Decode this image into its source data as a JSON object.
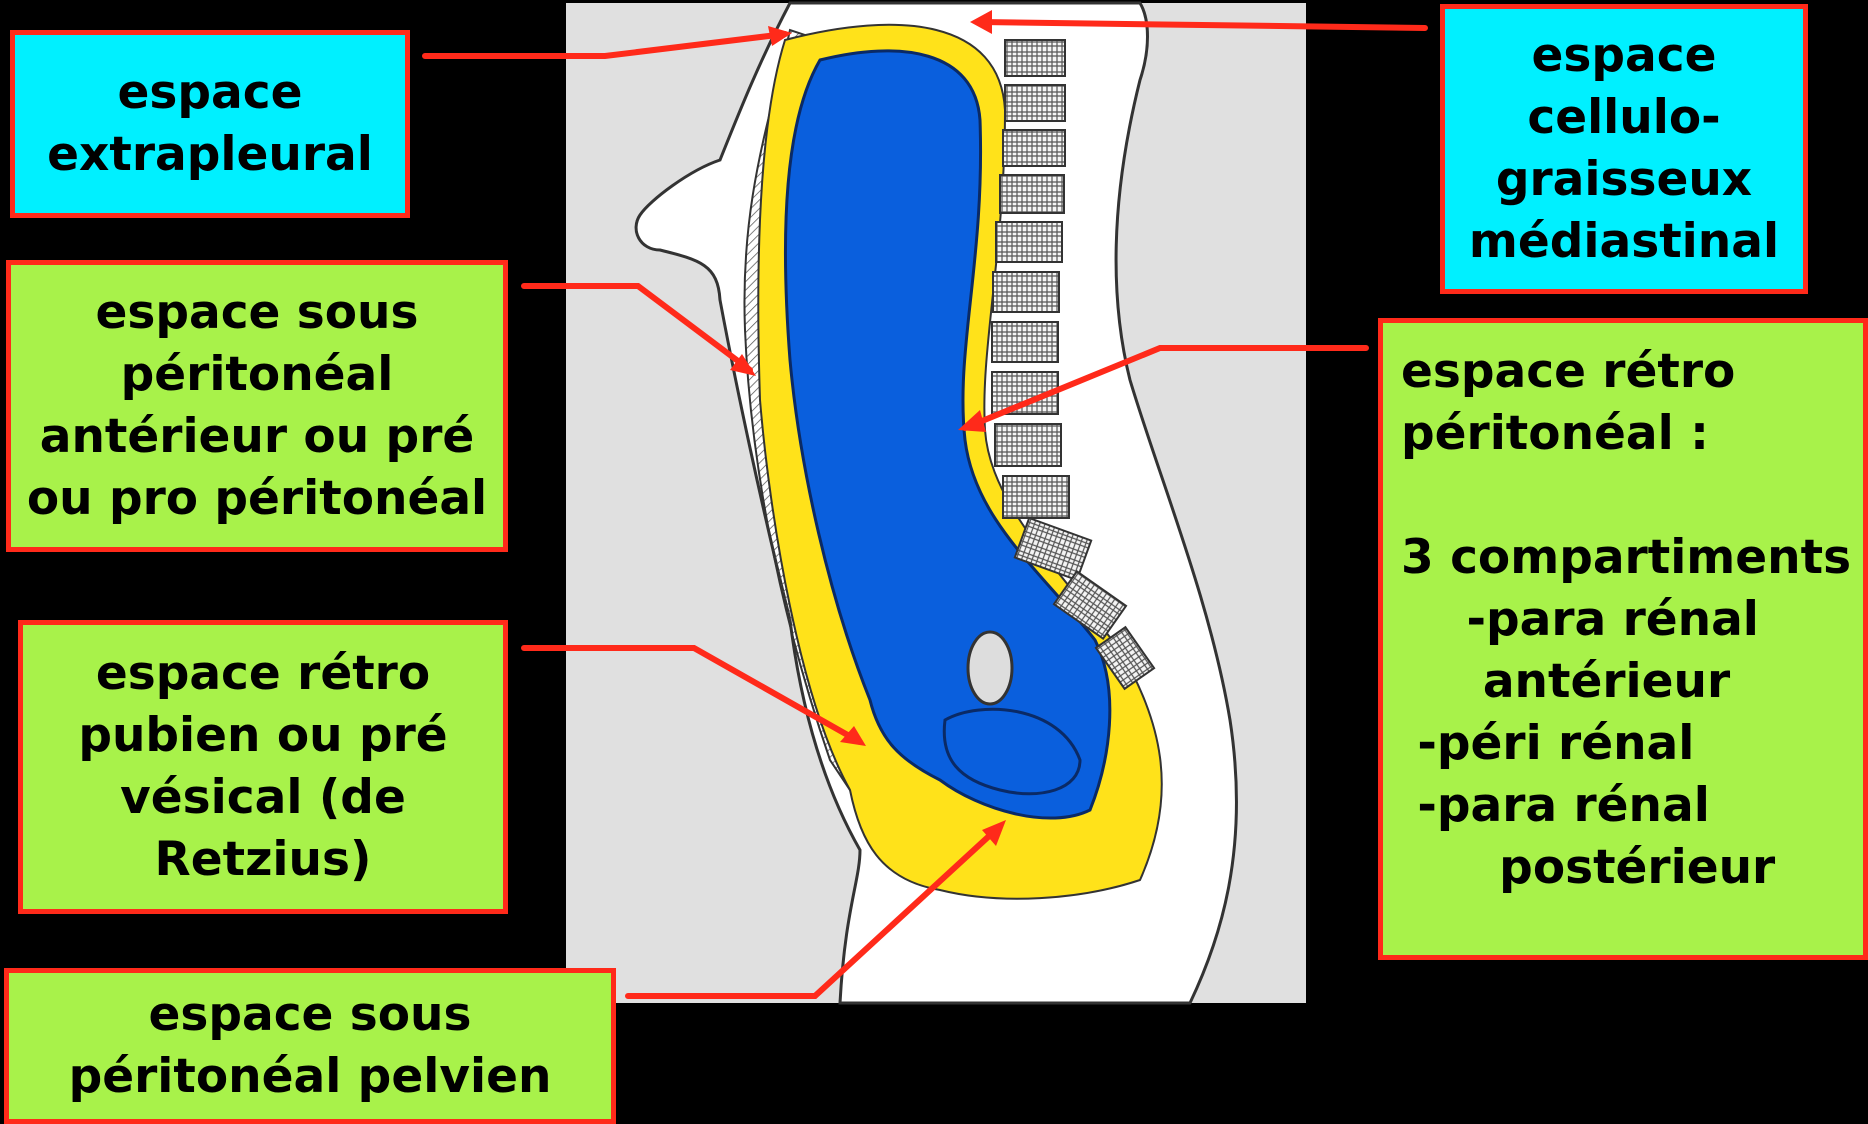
{
  "diagram": {
    "colors": {
      "background": "#000000",
      "cyan_label": "#00f0ff",
      "green_label": "#a8f24a",
      "border_arrow": "#ff2a1a",
      "peritoneal_cavity": "#0a5fdd",
      "space_yellow": "#ffe21a",
      "image_background": "#e0e0e0"
    },
    "labels": {
      "extrapleural": {
        "lines": [
          "espace",
          "extrapleural"
        ]
      },
      "mediastinal": {
        "lines": [
          "espace",
          "cellulo-",
          "graisseux",
          "médiastinal"
        ]
      },
      "sous_peritoneal_anterieur": {
        "lines": [
          "espace sous",
          "péritonéal",
          "antérieur ou pré",
          "ou pro péritonéal"
        ]
      },
      "retro_peritoneal": {
        "lines": [
          "espace rétro",
          "péritonéal :",
          "",
          "3 compartiments",
          "    -para rénal",
          "     antérieur",
          " -péri rénal",
          " -para rénal",
          "      postérieur"
        ]
      },
      "retro_pubien": {
        "lines": [
          "espace rétro",
          "pubien ou pré",
          "vésical (de",
          "Retzius)"
        ]
      },
      "sous_peritoneal_pelvien": {
        "lines": [
          "espace sous",
          "péritonéal pelvien"
        ]
      }
    }
  }
}
